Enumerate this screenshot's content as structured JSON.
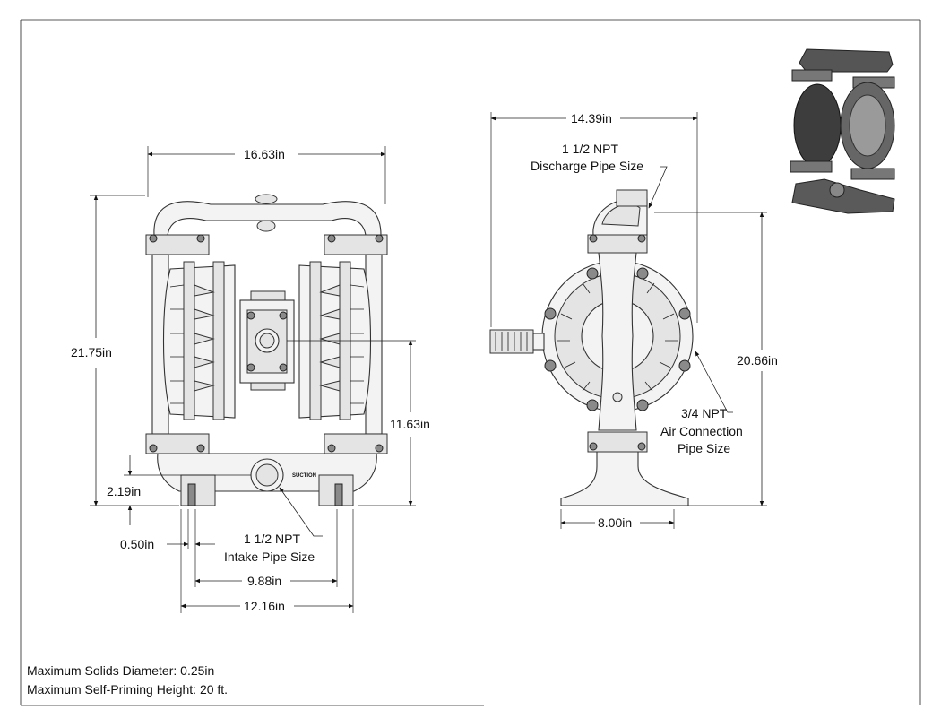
{
  "dimensions": {
    "front_width": "16.63in",
    "front_height": "21.75in",
    "front_outlet_height": "11.63in",
    "front_base_height": "2.19in",
    "front_foot_width": "0.50in",
    "front_bolt_span": "9.88in",
    "front_base_width": "12.16in",
    "side_width": "14.39in",
    "side_height": "20.66in",
    "side_base_width": "8.00in"
  },
  "callouts": {
    "discharge_line1": "1 1/2 NPT",
    "discharge_line2": "Discharge Pipe Size",
    "intake_line1": "1 1/2 NPT",
    "intake_line2": "Intake Pipe Size",
    "air_line1": "3/4 NPT",
    "air_line2": "Air Connection",
    "air_line3": "Pipe Size",
    "suction_label": "SUCTION"
  },
  "notes": {
    "max_solids": "Maximum Solids Diameter: 0.25in",
    "max_priming": "Maximum Self-Priming Height: 20 ft."
  }
}
